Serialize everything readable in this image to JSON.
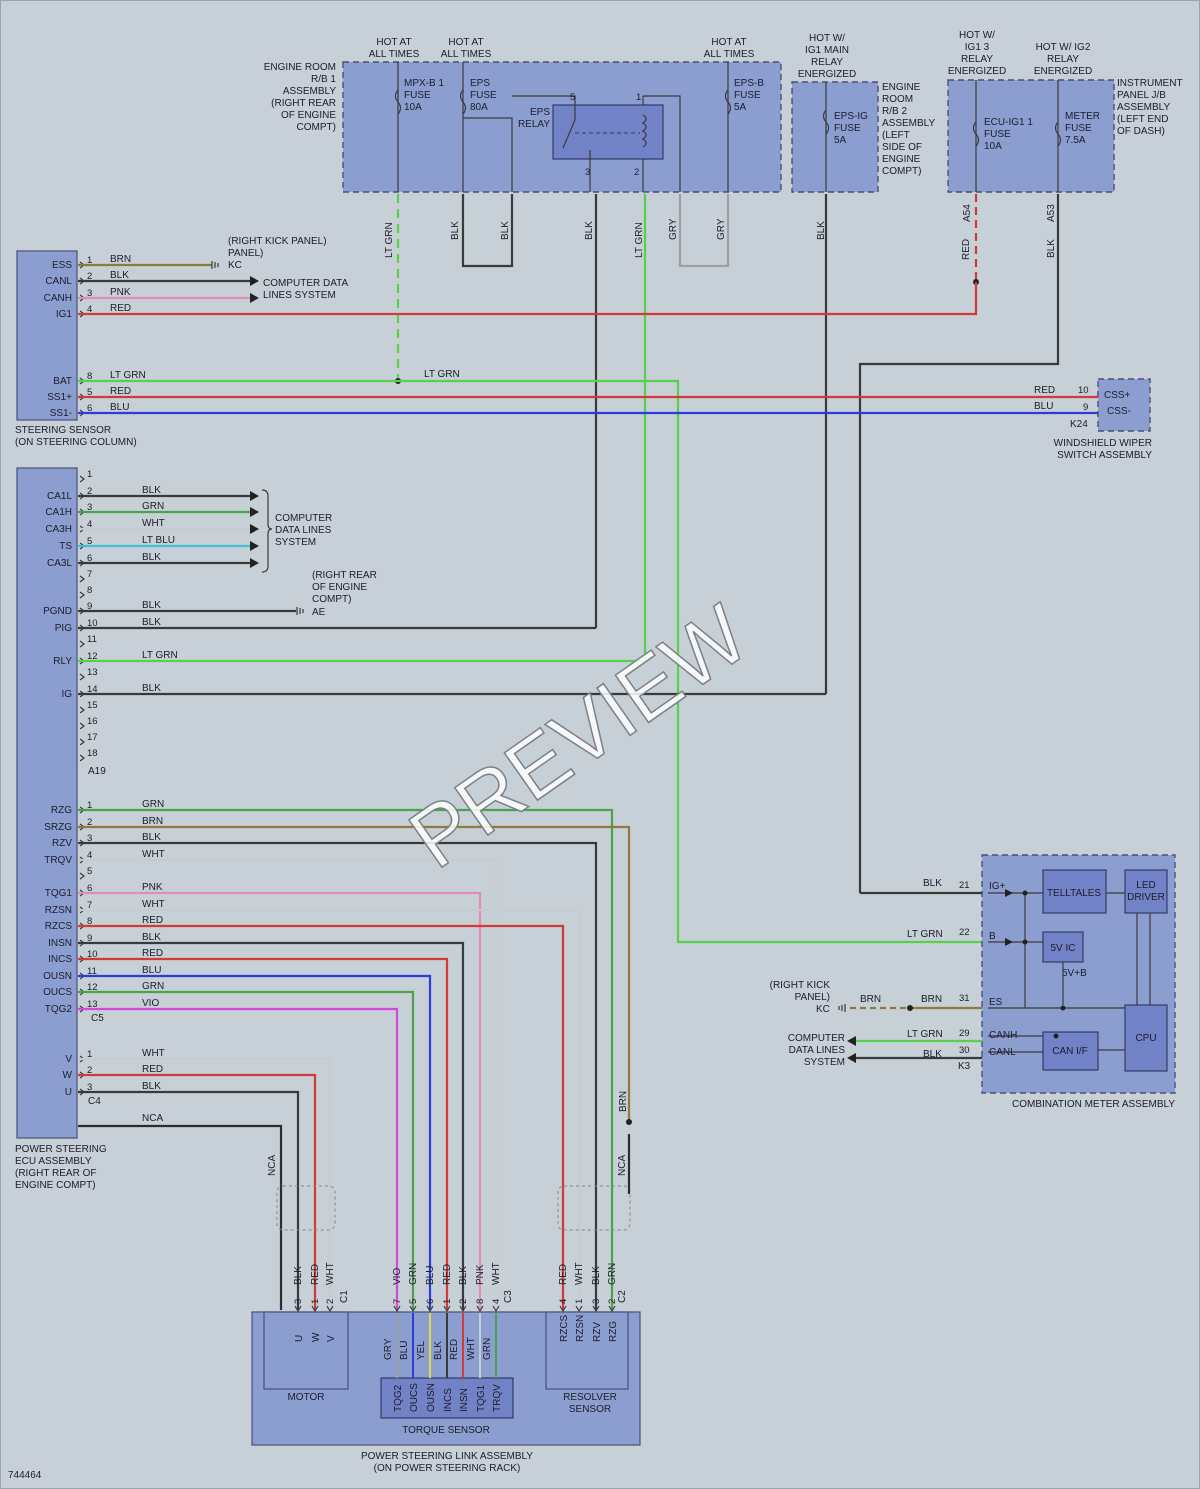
{
  "diagram_id": "744464",
  "watermark": "PREVIEW",
  "colors": {
    "background": "#c7d0d6",
    "component": "#8c9ed0",
    "inner_component": "#7183c6",
    "wire_ltgrn": "#56d24a",
    "wire_red": "#d23a3a",
    "wire_blu": "#2e3adc",
    "wire_blk": "#3a3a3a",
    "wire_brn": "#8e7a3a",
    "wire_wht": "#c9cccf",
    "wire_gry": "#9aa0a6",
    "wire_pnk": "#e18cb8",
    "wire_vio": "#d24ad8",
    "wire_ltblu": "#3ec2dc",
    "wire_yel": "#e5d84a",
    "wire_grn": "#4aa24a"
  },
  "power": {
    "hot_mpx": "HOT AT ALL TIMES",
    "hot_eps": "HOT AT ALL TIMES",
    "hot_epsb": "HOT AT ALL TIMES",
    "hot_ig1": "HOT W/ IG1 MAIN RELAY ENERGIZED",
    "hot_ig13": "HOT W/ IG1 3 RELAY ENERGIZED",
    "hot_ig2": "HOT W/ IG2 RELAY ENERGIZED"
  },
  "components": {
    "engine_room_rb1": "ENGINE ROOM R/B 1 ASSEMBLY (RIGHT REAR OF ENGINE COMPT)",
    "engine_room_rb2": "ENGINE ROOM R/B 2 ASSEMBLY (LEFT SIDE OF ENGINE COMPT)",
    "instrument_panel_jb": "INSTRUMENT PANEL J/B ASSEMBLY (LEFT END OF DASH)",
    "steering_sensor": "STEERING SENSOR (ON STEERING COLUMN)",
    "wiper_switch": "WINDSHIELD WIPER SWITCH ASSEMBLY",
    "ps_ecu": "POWER STEERING ECU ASSEMBLY (RIGHT REAR OF ENGINE COMPT)",
    "combination_meter": "COMBINATION METER ASSEMBLY",
    "ps_link": "POWER STEERING LINK ASSEMBLY (ON POWER STEERING RACK)",
    "motor": "MOTOR",
    "torque_sensor": "TORQUE SENSOR",
    "resolver_sensor": "RESOLVER SENSOR"
  },
  "fuses": {
    "mpxb1": "MPX-B 1 FUSE 10A",
    "eps": "EPS FUSE 80A",
    "epsb": "EPS-B FUSE 5A",
    "epsig": "EPS-IG FUSE 5A",
    "ecuig11": "ECU-IG1 1 FUSE 10A",
    "meter": "METER FUSE 7.5A",
    "eps_relay": "EPS RELAY"
  },
  "grounds": {
    "kc": "(RIGHT KICK PANEL)",
    "kc_id": "KC",
    "ae": "(RIGHT REAR OF ENGINE COMPT)",
    "ae_id": "AE"
  },
  "systems": {
    "cdl": "COMPUTER DATA LINES SYSTEM"
  },
  "connectors": {
    "a54": "A54",
    "a53": "A53",
    "k24": "K24",
    "a19": "A19",
    "c5": "C5",
    "c4": "C4",
    "k3": "K3",
    "c1": "C1",
    "c3": "C3",
    "c2": "C2"
  },
  "meter_blocks": {
    "telltales": "TELLTALES",
    "led_driver": "LED DRIVER",
    "vic": "5V IC",
    "vb": "5V+B",
    "cpu": "CPU",
    "canif": "CAN I/F"
  },
  "steering_pins": [
    {
      "name": "ESS",
      "num": "1",
      "color": "BRN"
    },
    {
      "name": "CANL",
      "num": "2",
      "color": "BLK"
    },
    {
      "name": "CANH",
      "num": "3",
      "color": "PNK"
    },
    {
      "name": "IG1",
      "num": "4",
      "color": "RED"
    },
    {
      "name": "BAT",
      "num": "8",
      "color": "LT GRN"
    },
    {
      "name": "SS1+",
      "num": "5",
      "color": "RED"
    },
    {
      "name": "SS1-",
      "num": "6",
      "color": "BLU"
    }
  ],
  "a19_pins": [
    {
      "name": "",
      "num": "1",
      "color": ""
    },
    {
      "name": "CA1L",
      "num": "2",
      "color": "BLK"
    },
    {
      "name": "CA1H",
      "num": "3",
      "color": "GRN"
    },
    {
      "name": "CA3H",
      "num": "4",
      "color": "WHT"
    },
    {
      "name": "TS",
      "num": "5",
      "color": "LT BLU"
    },
    {
      "name": "CA3L",
      "num": "6",
      "color": "BLK"
    },
    {
      "name": "",
      "num": "7",
      "color": ""
    },
    {
      "name": "",
      "num": "8",
      "color": ""
    },
    {
      "name": "PGND",
      "num": "9",
      "color": "BLK"
    },
    {
      "name": "PIG",
      "num": "10",
      "color": "BLK"
    },
    {
      "name": "",
      "num": "11",
      "color": ""
    },
    {
      "name": "RLY",
      "num": "12",
      "color": "LT GRN"
    },
    {
      "name": "",
      "num": "13",
      "color": ""
    },
    {
      "name": "IG",
      "num": "14",
      "color": "BLK"
    },
    {
      "name": "",
      "num": "15",
      "color": ""
    },
    {
      "name": "",
      "num": "16",
      "color": ""
    },
    {
      "name": "",
      "num": "17",
      "color": ""
    },
    {
      "name": "",
      "num": "18",
      "color": ""
    }
  ],
  "c5_pins": [
    {
      "name": "RZG",
      "num": "1",
      "color": "GRN"
    },
    {
      "name": "SRZG",
      "num": "2",
      "color": "BRN"
    },
    {
      "name": "RZV",
      "num": "3",
      "color": "BLK"
    },
    {
      "name": "TRQV",
      "num": "4",
      "color": "WHT"
    },
    {
      "name": "",
      "num": "5",
      "color": ""
    },
    {
      "name": "TQG1",
      "num": "6",
      "color": "PNK"
    },
    {
      "name": "RZSN",
      "num": "7",
      "color": "WHT"
    },
    {
      "name": "RZCS",
      "num": "8",
      "color": "RED"
    },
    {
      "name": "INSN",
      "num": "9",
      "color": "BLK"
    },
    {
      "name": "INCS",
      "num": "10",
      "color": "RED"
    },
    {
      "name": "OUSN",
      "num": "11",
      "color": "BLU"
    },
    {
      "name": "OUCS",
      "num": "12",
      "color": "GRN"
    },
    {
      "name": "TQG2",
      "num": "13",
      "color": "VIO"
    }
  ],
  "c4_pins": [
    {
      "name": "V",
      "num": "1",
      "color": "WHT"
    },
    {
      "name": "W",
      "num": "2",
      "color": "RED"
    },
    {
      "name": "U",
      "num": "3",
      "color": "BLK"
    }
  ],
  "wire_labels": {
    "ltgrn": "LT GRN",
    "blk": "BLK",
    "gry": "GRY",
    "red": "RED",
    "blu": "BLU",
    "brn": "BRN",
    "nca": "NCA"
  },
  "relay_pins": {
    "p5": "5",
    "p1": "1",
    "p3": "3",
    "p2": "2"
  },
  "wiper": {
    "css_plus": "CSS+",
    "css_minus": "CSS-",
    "red_num": "10",
    "blu_num": "9"
  },
  "meter_pins": {
    "igp": "IG+",
    "b": "B",
    "es": "ES",
    "canh": "CANH",
    "canl": "CANL",
    "n21": "21",
    "n22": "22",
    "n31": "31",
    "n29": "29",
    "n30": "30"
  },
  "c1_pins": [
    {
      "num": "3",
      "color": "BLK",
      "name": "U"
    },
    {
      "num": "1",
      "color": "RED",
      "name": "W"
    },
    {
      "num": "2",
      "color": "WHT",
      "name": "V"
    }
  ],
  "c3_pins": [
    {
      "num": "7",
      "color": "VIO",
      "inner": "GRY",
      "name": "TQG2"
    },
    {
      "num": "5",
      "color": "GRN",
      "inner": "BLU",
      "name": "OUCS"
    },
    {
      "num": "6",
      "color": "BLU",
      "inner": "YEL",
      "name": "OUSN"
    },
    {
      "num": "1",
      "color": "RED",
      "inner": "BLK",
      "name": "INCS"
    },
    {
      "num": "2",
      "color": "BLK",
      "inner": "RED",
      "name": "INSN"
    },
    {
      "num": "8",
      "color": "PNK",
      "inner": "WHT",
      "name": "TQG1"
    },
    {
      "num": "4",
      "color": "WHT",
      "inner": "GRN",
      "name": "TRQV"
    }
  ],
  "c2_pins": [
    {
      "num": "4",
      "color": "RED",
      "name": "RZCS"
    },
    {
      "num": "1",
      "color": "WHT",
      "name": "RZSN"
    },
    {
      "num": "3",
      "color": "BLK",
      "name": "RZV"
    },
    {
      "num": "2",
      "color": "GRN",
      "name": "RZG"
    }
  ]
}
